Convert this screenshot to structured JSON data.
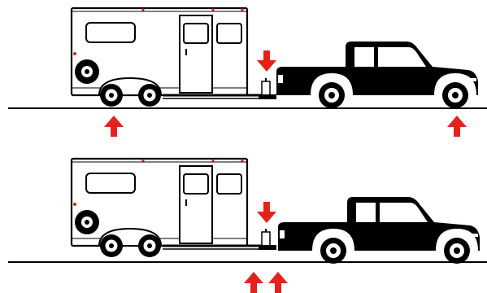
{
  "diagram": {
    "panels": [
      {
        "id": "top",
        "trailer_arrow": "down-arrow",
        "ground_arrows": [
          "up-arrow-trailer-axle",
          "up-arrow-truck-rear-axle"
        ]
      },
      {
        "id": "bottom",
        "trailer_arrow": "down-arrow",
        "ground_arrows": [
          "up-arrow-hitch-left",
          "up-arrow-hitch-right"
        ]
      }
    ]
  },
  "colors": {
    "truck": "#000000",
    "trailer_outline": "#000000",
    "trailer_fill": "#ffffff",
    "arrow": "#e3231b",
    "ground": "#000000"
  }
}
